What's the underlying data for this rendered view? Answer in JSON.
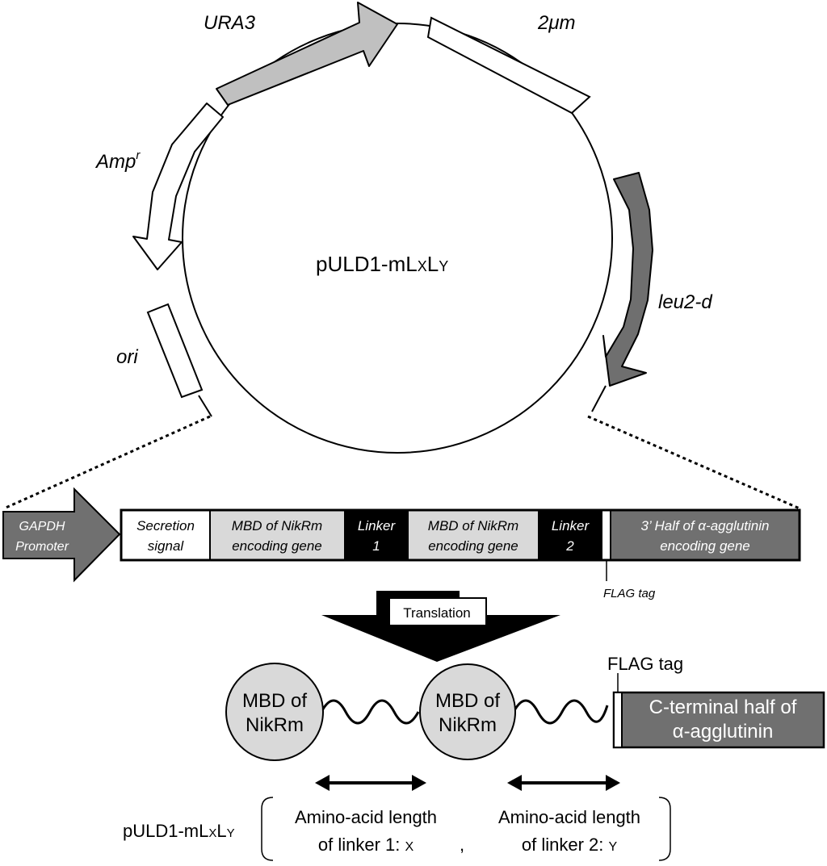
{
  "plasmid": {
    "name_prefix": "pULD1-mL",
    "name_x": "X",
    "name_mid": "L",
    "name_y": "Y",
    "genes": {
      "ura3": "URA3",
      "two_micron": "2μm",
      "amp": "Amp",
      "amp_sup": "r",
      "ori": "ori",
      "leu2d": "leu2-d"
    }
  },
  "cassette": {
    "promoter_line1": "GAPDH",
    "promoter_line2": "Promoter",
    "secretion_line1": "Secretion",
    "secretion_line2": "signal",
    "mbd1_line1": "MBD of NikRm",
    "mbd1_line2": "encoding gene",
    "linker1_line1": "Linker",
    "linker1_line2": "1",
    "mbd2_line1": "MBD of NikRm",
    "mbd2_line2": "encoding gene",
    "linker2_line1": "Linker",
    "linker2_line2": "2",
    "agg_line1": "3’ Half of α-agglutinin",
    "agg_line2": "encoding gene",
    "flag": "FLAG tag"
  },
  "translation": {
    "label": "Translation"
  },
  "protein": {
    "mbd_line1": "MBD of",
    "mbd_line2": "NikRm",
    "flag": "FLAG tag",
    "agg_line1": "C-terminal half of",
    "agg_line2": "α-agglutinin"
  },
  "legend": {
    "name_prefix": "pULD1-mL",
    "name_x": "X",
    "name_mid": "L",
    "name_y": "Y",
    "linker1_line1": "Amino-acid length",
    "linker1_line2": "of linker 1: ",
    "linker1_var": "X",
    "comma": ",",
    "linker2_line1": "Amino-acid length",
    "linker2_line2": "of linker 2: ",
    "linker2_var": "Y"
  },
  "colors": {
    "ura3": "#c0c0c0",
    "leu2d": "#6f6f6f",
    "dark_block": "#707070",
    "light_block": "#d9d9d9",
    "linker": "#000000",
    "circle": "#d9d9d9"
  }
}
